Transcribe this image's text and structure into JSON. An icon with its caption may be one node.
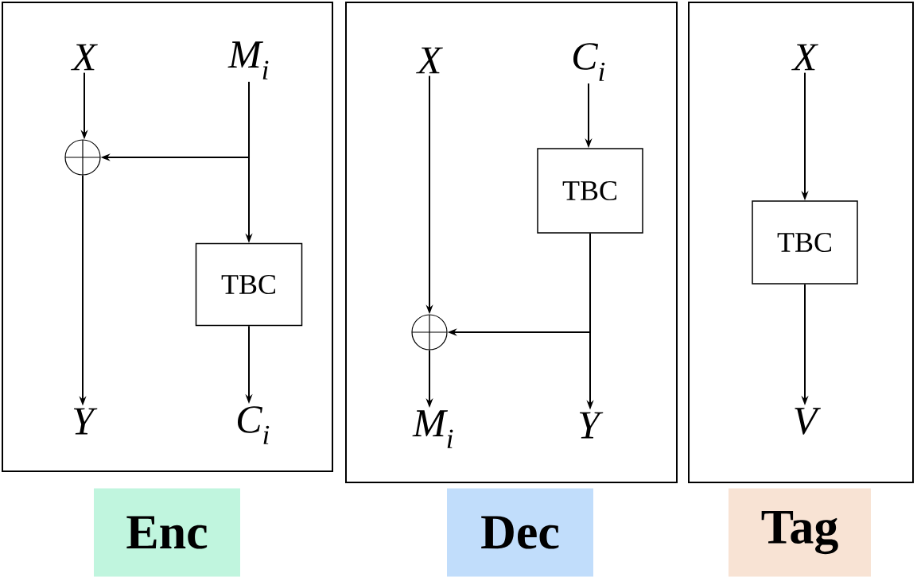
{
  "diagram": {
    "nodes": [
      {
        "text": [
          "Enc"
        ]
      },
      {
        "text": [
          "X"
        ],
        "in": 0
      },
      {
        "text": [
          "M$_{i}$"
        ],
        "in": 0
      },
      {
        "text": [],
        "shape": "circle",
        "in": 0
      },
      {
        "text": [
          "TBC"
        ],
        "in": 0
      },
      {
        "text": [
          "Y"
        ],
        "in": 0
      },
      {
        "text": [
          "C$_{i}$"
        ],
        "in": 0
      },
      {
        "text": [
          "Dec"
        ]
      },
      {
        "text": [
          "X"
        ],
        "in": 7
      },
      {
        "text": [
          "C$_{i}$"
        ],
        "in": 7
      },
      {
        "text": [
          "TBC"
        ],
        "in": 7
      },
      {
        "text": [],
        "shape": "circle",
        "in": 7
      },
      {
        "text": [
          "M$_{i}$"
        ],
        "in": 7
      },
      {
        "text": [
          "Y"
        ],
        "in": 7
      },
      {
        "text": [
          "Tag"
        ]
      },
      {
        "text": [
          "X"
        ],
        "in": 14
      },
      {
        "text": [
          "TBC"
        ],
        "in": 14
      },
      {
        "text": [
          "V"
        ],
        "in": 14
      }
    ],
    "edges": [
      {
        "from": 1,
        "to": 3,
        "arrow": "to"
      },
      {
        "from": 2,
        "to": 3,
        "arrow": "to"
      },
      {
        "from": 2,
        "to": 4,
        "arrow": "to"
      },
      {
        "from": 3,
        "to": 5,
        "arrow": "to"
      },
      {
        "from": 4,
        "to": 6,
        "arrow": "to"
      },
      {
        "from": 8,
        "to": 11,
        "arrow": "to"
      },
      {
        "from": 9,
        "to": 10,
        "arrow": "to"
      },
      {
        "from": 10,
        "to": 11,
        "arrow": "to"
      },
      {
        "from": 10,
        "to": 13,
        "arrow": "to"
      },
      {
        "from": 11,
        "to": 12,
        "arrow": "to"
      },
      {
        "from": 15,
        "to": 16,
        "arrow": "to"
      },
      {
        "from": 16,
        "to": 17,
        "arrow": "to"
      }
    ]
  }
}
